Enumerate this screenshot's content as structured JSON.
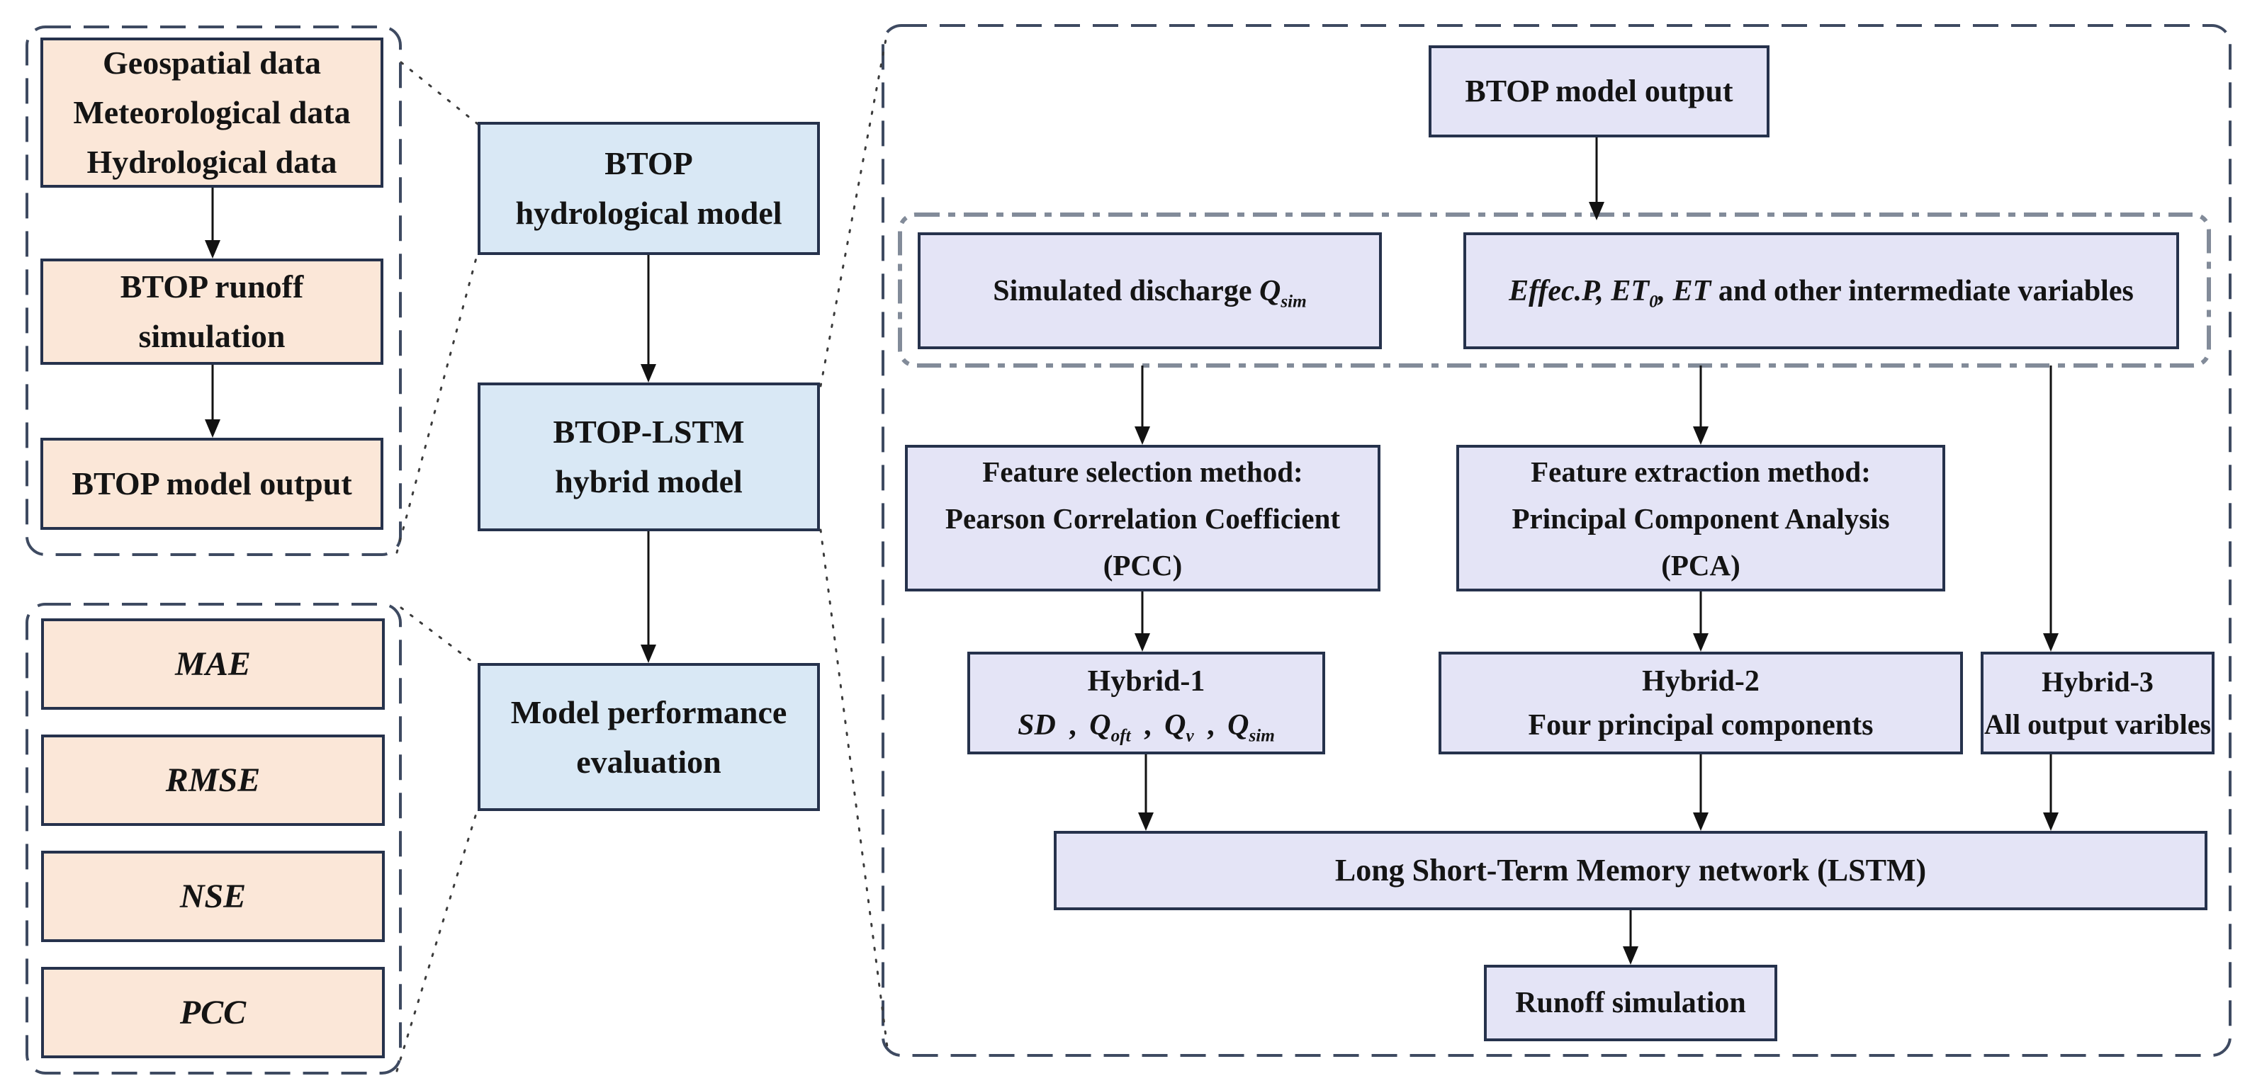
{
  "colors": {
    "peach_fill": "#fbe7d8",
    "blue_fill": "#d9e8f5",
    "lavender_fill": "#e4e4f6",
    "box_border": "#26324c",
    "outer_dash": "#3e4a61",
    "inner_dash": "#828b99",
    "arrow": "#121212"
  },
  "boxes": {
    "data_sources": [
      "Geospatial data",
      "Meteorological data",
      "Hydrological data"
    ],
    "runoff_sim": [
      "BTOP runoff",
      "simulation"
    ],
    "model_output_left": "BTOP model output",
    "metrics": [
      "MAE",
      "RMSE",
      "NSE",
      "PCC"
    ],
    "btop_model": [
      "BTOP",
      "hydrological model"
    ],
    "btop_lstm": [
      "BTOP-LSTM",
      "hybrid model"
    ],
    "model_eval": [
      "Model performance",
      "evaluation"
    ],
    "btop_output_right": "BTOP model output",
    "sim_discharge": {
      "label": "Simulated discharge ",
      "var": "Q",
      "sub": "sim"
    },
    "intermediate_vars": {
      "i1": "Effec.P, ET",
      "sub": "0",
      "i2": ", ET",
      "rest": " and other intermediate variables"
    },
    "feature_selection": [
      "Feature selection method:",
      "Pearson Correlation Coefficient",
      "(PCC)"
    ],
    "feature_extraction": [
      "Feature extraction method:",
      "Principal Component Analysis",
      "(PCA)"
    ],
    "hybrid1": {
      "title": "Hybrid-1",
      "v1": "SD",
      "c1": " , ",
      "v2": "Q",
      "s2": "oft",
      "c2": " , ",
      "v3": "Q",
      "s3": "v",
      "c3": " , ",
      "v4": "Q",
      "s4": "sim"
    },
    "hybrid2": {
      "title": "Hybrid-2",
      "desc": "Four principal components"
    },
    "hybrid3": {
      "title": "Hybrid-3",
      "desc": "All output varibles"
    },
    "lstm": "Long Short-Term Memory network (LSTM)",
    "runoff_simulation": "Runoff simulation"
  }
}
